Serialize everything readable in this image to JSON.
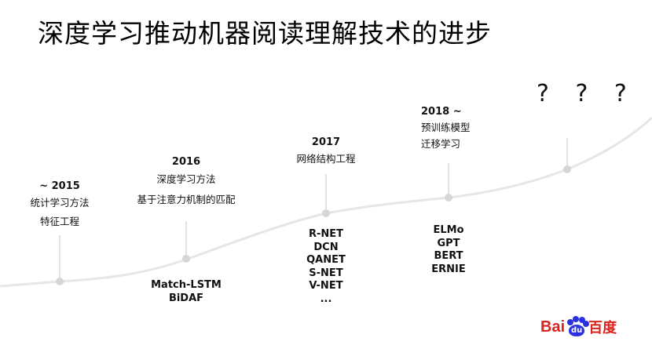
{
  "title": "深度学习推动机器阅读理解技术的进步",
  "timeline": {
    "line_color": "#e3e3e3",
    "node_color": "#d6d6d6",
    "stages": [
      {
        "year": "~ 2015",
        "desc": [
          "统计学习方法",
          "特征工程"
        ],
        "models": []
      },
      {
        "year": "2016",
        "desc": [
          "深度学习方法",
          "基于注意力机制的匹配"
        ],
        "models": [
          "Match-LSTM",
          "BiDAF"
        ]
      },
      {
        "year": "2017",
        "desc": [
          "网络结构工程"
        ],
        "models": [
          "R-NET",
          "DCN",
          "QANET",
          "S-NET",
          "V-NET",
          "..."
        ]
      },
      {
        "year": "2018 ~",
        "desc": [
          "预训练模型",
          "迁移学习"
        ],
        "models": [
          "ELMo",
          "GPT",
          "BERT",
          "ERNIE"
        ]
      },
      {
        "year": "",
        "desc": [
          "? ? ?"
        ],
        "models": []
      }
    ]
  },
  "logo": {
    "latin": "Bai",
    "paw_text": "du",
    "chinese": "百度",
    "red": "#d9251d",
    "blue": "#2932e1"
  }
}
